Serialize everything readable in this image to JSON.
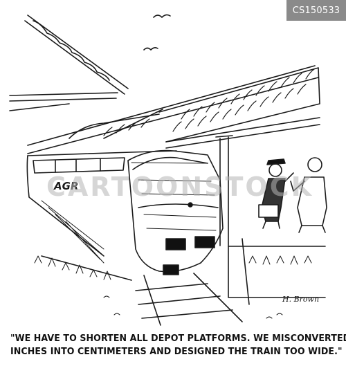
{
  "badge": {
    "id_text": "CS150533"
  },
  "watermark": {
    "text": "CARTOONSTOCK"
  },
  "train": {
    "label": "AGR"
  },
  "signature": {
    "text": "H. Brown"
  },
  "caption": {
    "line1": "\"WE HAVE TO SHORTEN ALL DEPOT PLATFORMS. WE MISCONVERTED",
    "line2": "INCHES INTO CENTIMETERS AND DESIGNED THE TRAIN TOO WIDE.\""
  }
}
